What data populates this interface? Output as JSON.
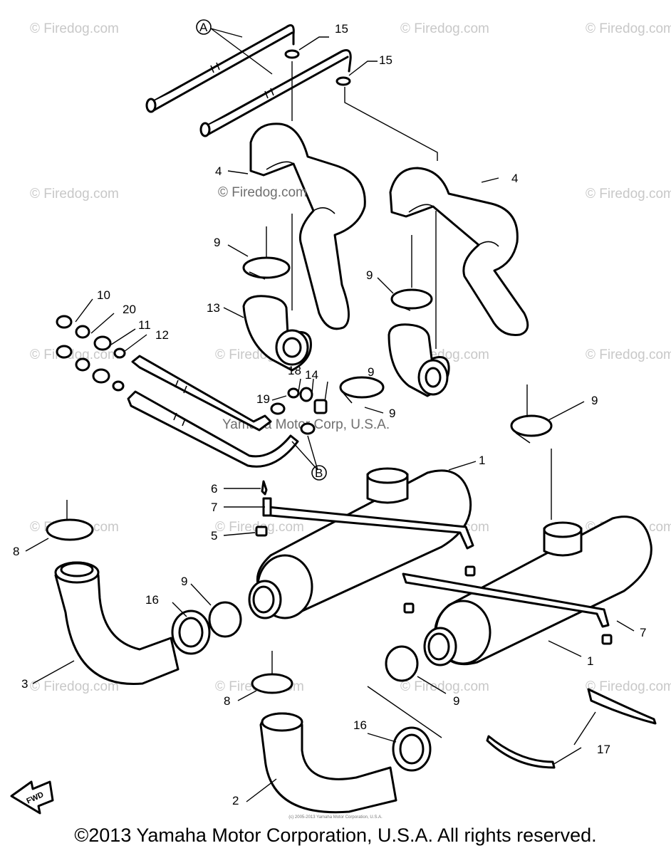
{
  "watermarks": {
    "repeat": "© Firedog.com",
    "center": "© Firedog.com",
    "middle": "Yamaha Motor Corp, U.S.A."
  },
  "callouts": {
    "A": "A",
    "B": "B",
    "n1": "1",
    "n1b": "1",
    "n2": "2",
    "n3": "3",
    "n4": "4",
    "n4b": "4",
    "n5": "5",
    "n6": "6",
    "n7": "7",
    "n7b": "7",
    "n8": "8",
    "n8b": "8",
    "n9a": "9",
    "n9b": "9",
    "n9c": "9",
    "n9d": "9",
    "n9e": "9",
    "n9f": "9",
    "n10": "10",
    "n11": "11",
    "n12": "12",
    "n13": "13",
    "n14": "14",
    "n15": "15",
    "n15b": "15",
    "n16": "16",
    "n16b": "16",
    "n17": "17",
    "n18": "18",
    "n19": "19",
    "n20": "20"
  },
  "arrow_label": "FWD",
  "fine_print": "(c) 2005-2013 Yamaha Motor Corporation, U.S.A.",
  "copyright": "©2013 Yamaha Motor Corporation, U.S.A. All rights reserved."
}
